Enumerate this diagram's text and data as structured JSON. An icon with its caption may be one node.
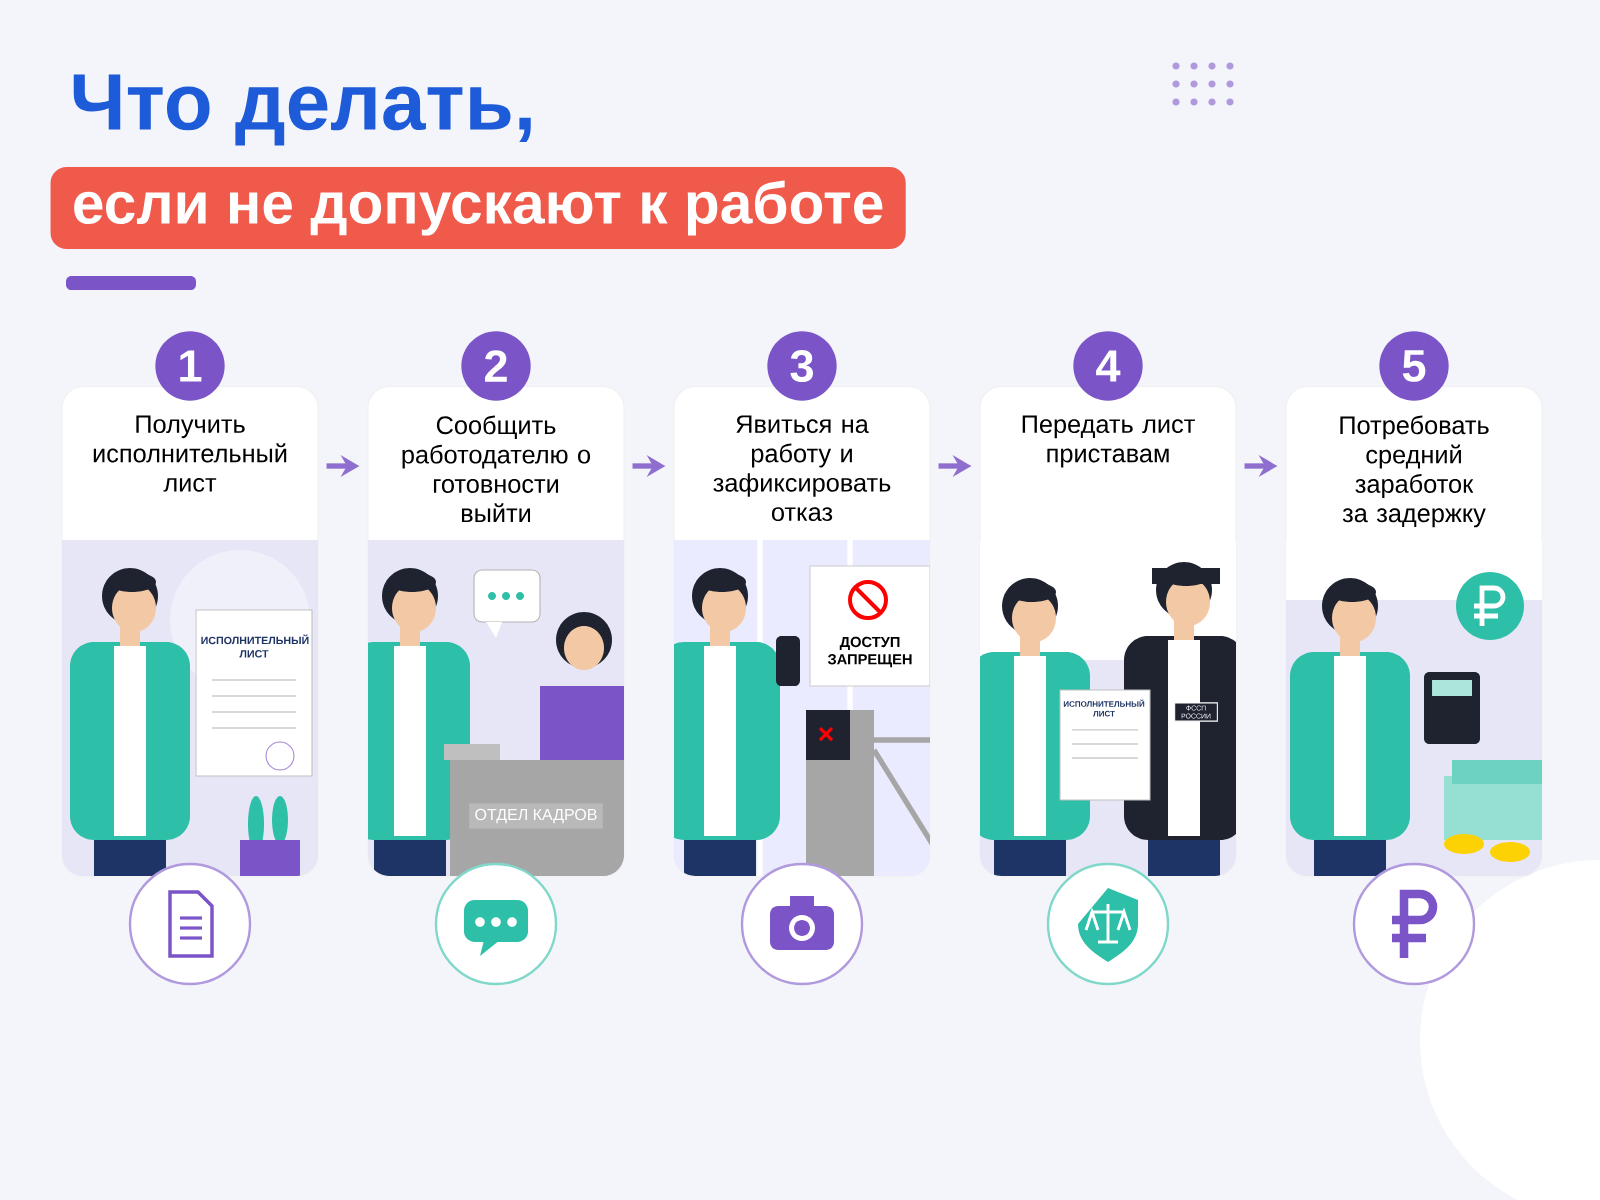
{
  "diagram": {
    "title": "Что делать,",
    "nodes": [
      {
        "text": [
          "1",
          "Получить исполнительный лист"
        ]
      },
      {
        "text": [
          "2",
          "Сообщить работодателю о готовности выйти"
        ]
      },
      {
        "text": [
          "3",
          "Явиться на работу и зафиксировать отказ"
        ]
      },
      {
        "text": [
          "4",
          "Передать лист приставам"
        ]
      },
      {
        "text": [
          "5",
          "Потребовать средний заработок за задержку"
        ]
      }
    ],
    "edges": [
      {
        "from": 0,
        "to": 1,
        "arrow": "to"
      },
      {
        "from": 1,
        "to": 2,
        "arrow": "to"
      },
      {
        "from": 2,
        "to": 3,
        "arrow": "to"
      },
      {
        "from": 3,
        "to": 4,
        "arrow": "to"
      }
    ],
    "labels": [
      "если не допускают к работе",
      "ИСПОЛНИТЕЛЬНЫЙ ЛИСТ",
      "ОТДЕЛ КАДРОВ",
      "ДОСТУП ЗАПРЕЩЕН",
      "ИСПОЛНИТЕЛЬНЫЙ ЛИСТ",
      "ФССП РОССИИ"
    ]
  }
}
